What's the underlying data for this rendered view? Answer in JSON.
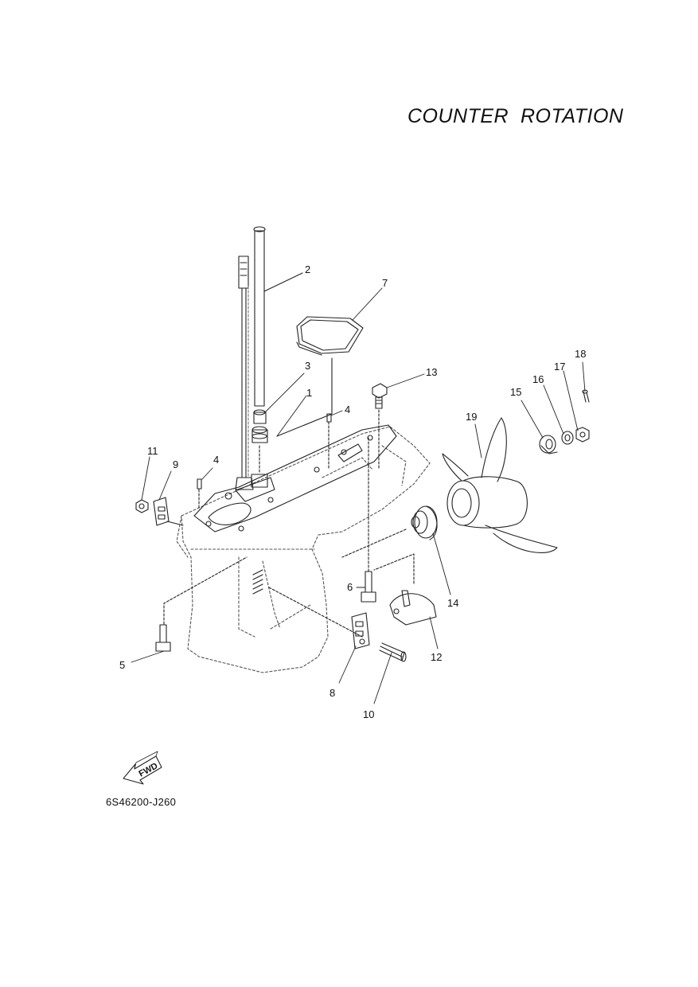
{
  "title": "COUNTER  ROTATION",
  "diagram_code": "6S46200-J260",
  "fwd_label": "FWD",
  "callouts": [
    "1",
    "2",
    "3",
    "4",
    "4",
    "5",
    "6",
    "7",
    "8",
    "9",
    "10",
    "11",
    "12",
    "13",
    "14",
    "15",
    "16",
    "17",
    "18",
    "19"
  ]
}
